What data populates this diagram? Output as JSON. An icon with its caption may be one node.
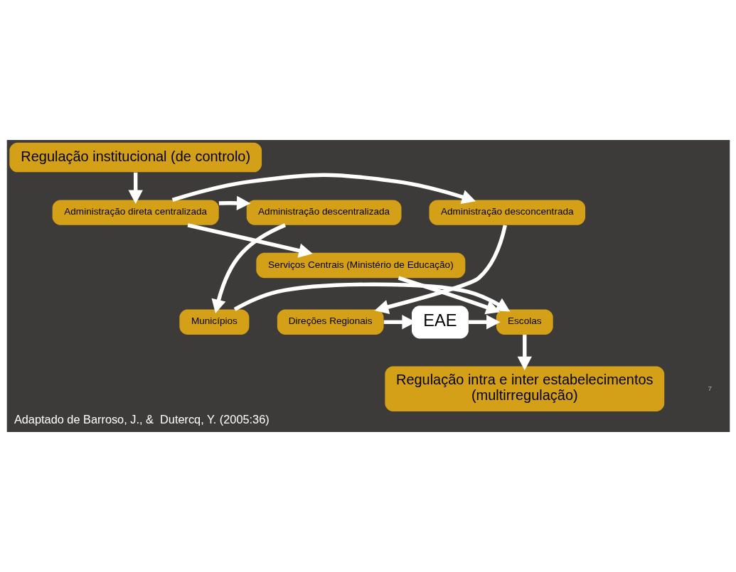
{
  "diagram": {
    "caption": "Adaptado de Barroso, J., &  Dutercq, Y. (2005:36)",
    "nodes": [
      {
        "text": [
          "Regulação institucional (de controlo)"
        ]
      },
      {
        "text": [
          "Administração desconcentrada"
        ]
      },
      {
        "text": [
          "Administração direta centralizada"
        ]
      },
      {
        "text": [
          "Administração descentralizada"
        ]
      },
      {
        "text": [
          "Serviços Centrais (Ministério de Educação)"
        ]
      },
      {
        "text": [
          "Direções Regionais"
        ]
      },
      {
        "text": [
          "EAE"
        ]
      },
      {
        "text": [
          "Escolas"
        ]
      },
      {
        "text": [
          "Municípios"
        ]
      },
      {
        "text": [
          "Regulação intra e inter estabelecimentos",
          "(multirregulação)"
        ]
      }
    ],
    "edges": [
      {
        "from": 0,
        "to": 2,
        "arrow": "to"
      },
      {
        "from": 2,
        "to": 1,
        "arrow": "to"
      },
      {
        "from": 2,
        "to": 3,
        "arrow": "to"
      },
      {
        "from": 2,
        "to": 4,
        "arrow": "to"
      },
      {
        "from": 1,
        "to": 5,
        "arrow": "to"
      },
      {
        "from": 3,
        "to": 8,
        "arrow": "to"
      },
      {
        "from": 4,
        "to": 7,
        "arrow": "to"
      },
      {
        "from": 5,
        "to": 6,
        "arrow": "to"
      },
      {
        "from": 6,
        "to": 7,
        "arrow": "to"
      },
      {
        "from": 8,
        "to": 7,
        "arrow": "to"
      },
      {
        "from": 7,
        "to": 9,
        "arrow": "to"
      }
    ],
    "labels": [
      "7"
    ]
  }
}
